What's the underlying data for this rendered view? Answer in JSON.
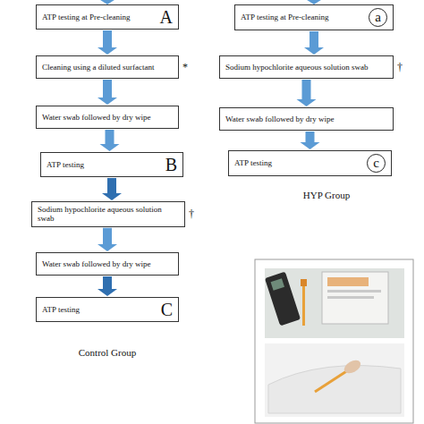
{
  "diagram": {
    "nodes": [
      {
        "text": [
          "ATP testing at Pre-cleaning",
          "A"
        ]
      },
      {
        "text": [
          "Cleaning using a diluted surfactant",
          "*"
        ]
      },
      {
        "text": [
          "Water swab followed by dry wipe"
        ]
      },
      {
        "text": [
          "ATP testing",
          "B"
        ]
      },
      {
        "text": [
          "Sodium hypochlorite aqueous solution swab",
          "†"
        ]
      },
      {
        "text": [
          "Water swab followed by dry wipe"
        ]
      },
      {
        "text": [
          "ATP testing",
          "C"
        ]
      },
      {
        "text": [
          "ATP testing at Pre-cleaning",
          "a"
        ]
      },
      {
        "text": [
          "Sodium hypochlorite aqueous solution swab",
          "†"
        ]
      },
      {
        "text": [
          "Water swab followed by dry wipe"
        ]
      },
      {
        "text": [
          "ATP testing",
          "c"
        ]
      }
    ],
    "edges": [
      {
        "from": 0,
        "to": 1,
        "arrow": "to"
      },
      {
        "from": 1,
        "to": 2,
        "arrow": "to"
      },
      {
        "from": 2,
        "to": 3,
        "arrow": "to"
      },
      {
        "from": 3,
        "to": 4,
        "arrow": "to"
      },
      {
        "from": 4,
        "to": 5,
        "arrow": "to"
      },
      {
        "from": 5,
        "to": 6,
        "arrow": "to"
      },
      {
        "from": 7,
        "to": 8,
        "arrow": "to"
      },
      {
        "from": 8,
        "to": 9,
        "arrow": "to"
      },
      {
        "from": 9,
        "to": 10,
        "arrow": "to"
      }
    ],
    "labels": [
      "Control Group",
      "HYP Group"
    ]
  }
}
